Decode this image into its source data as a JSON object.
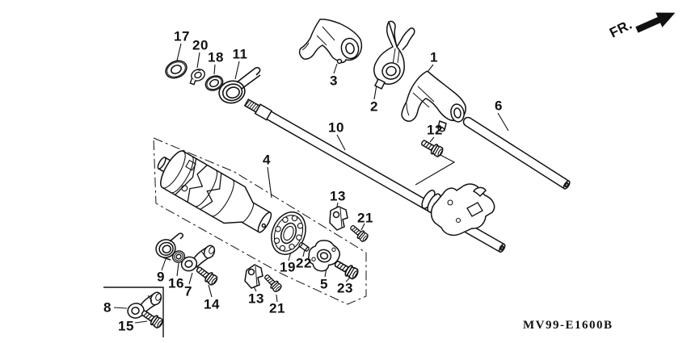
{
  "diagram": {
    "background": "#ffffff",
    "line_color": "#111111",
    "code": "MV99-E1600B",
    "fr_indicator": "FR."
  },
  "labels": {
    "p1": "1",
    "p2": "2",
    "p3": "3",
    "p4": "4",
    "p5": "5",
    "p6": "6",
    "p7": "7",
    "p8": "8",
    "p9": "9",
    "p10": "10",
    "p11": "11",
    "p12": "12",
    "p13u": "13",
    "p13l": "13",
    "p14": "14",
    "p15": "15",
    "p16": "16",
    "p17": "17",
    "p18": "18",
    "p19": "19",
    "p20": "20",
    "p21u": "21",
    "p21l": "21",
    "p22": "22",
    "p23": "23"
  }
}
